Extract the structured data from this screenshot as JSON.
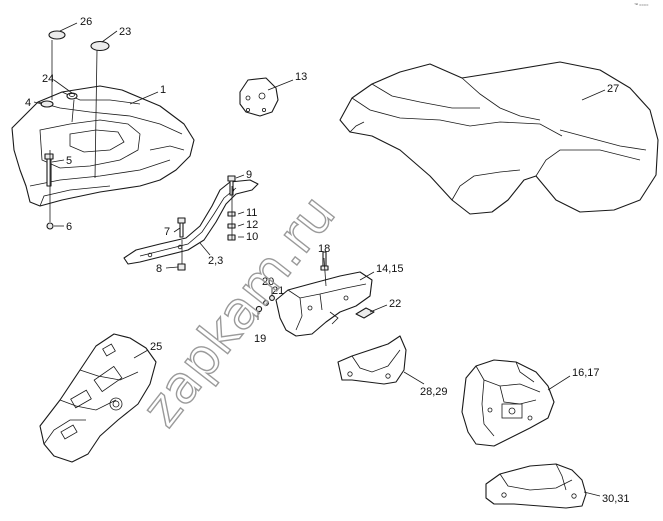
{
  "watermark": "zapkam.ru",
  "corner_mark": "™ ====",
  "callouts": {
    "c1": "1",
    "c2_3": "2,3",
    "c4": "4",
    "c5": "5",
    "c6": "6",
    "c7": "7",
    "c8": "8",
    "c9": "9",
    "c10": "10",
    "c11": "11",
    "c12": "12",
    "c13": "13",
    "c14_15": "14,15",
    "c16_17": "16,17",
    "c18": "18",
    "c19": "19",
    "c20": "20",
    "c21": "21",
    "c22": "22",
    "c23": "23",
    "c24": "24",
    "c25": "25",
    "c26": "26",
    "c27": "27",
    "c28_29": "28,29",
    "c30_31": "30,31"
  }
}
